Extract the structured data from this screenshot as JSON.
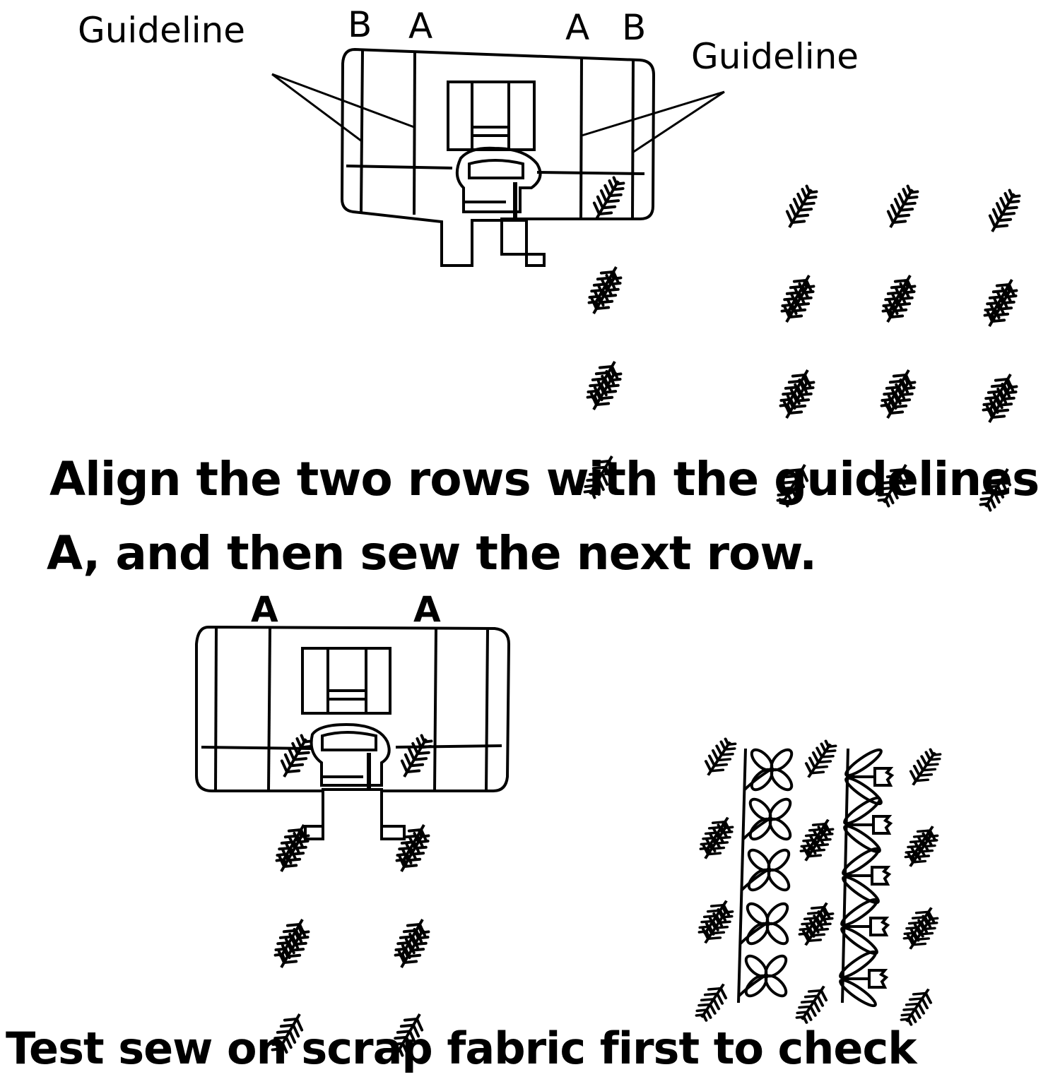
{
  "figure1": {
    "guideline_left_label": "Guideline",
    "guideline_right_label": "Guideline",
    "top_letters": [
      "B",
      "A",
      "A",
      "B"
    ],
    "stitch_rows_count": 4
  },
  "caption1": {
    "line1": "Align the two rows with the guidelines",
    "line2": "A, and then sew the next row."
  },
  "figure2": {
    "top_letters": [
      "A",
      "A"
    ],
    "stitch_rows_under_foot": 2,
    "sample_columns": [
      "fern-zigzag",
      "flower-vine",
      "fern-zigzag",
      "tulip-vine",
      "fern-zigzag"
    ]
  },
  "caption2": {
    "line1": "Test sew on scrap fabric first to check"
  },
  "colors": {
    "ink": "#000000",
    "background": "#ffffff"
  }
}
